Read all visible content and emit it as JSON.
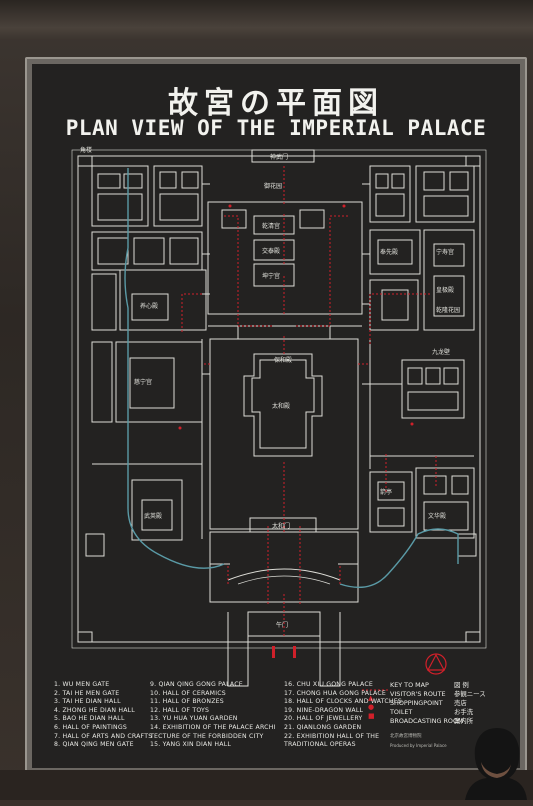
{
  "sign": {
    "title_cn": "故宮の平面図",
    "title_en": "PLAN VIEW OF THE IMPERIAL PALACE"
  },
  "map_labels": {
    "wumen": "午门",
    "taihedian": "太和殿",
    "baohedian": "保和殿",
    "taihemen": "太和门",
    "qianqinggong": "乾清宫",
    "jiaotaidian": "交泰殿",
    "kunninggong": "坤宁宫",
    "yuhuayuan": "御花园",
    "shenwumen": "神武门",
    "jiaolou": "角楼",
    "jiulongbi": "九龙壁",
    "huangjidian": "皇极殿",
    "ningshougong": "宁寿宫",
    "yangxindian": "养心殿",
    "cining": "慈宁宫",
    "wuying": "武英殿",
    "wenhua": "文华殿",
    "qianlong": "乾隆花园",
    "fengxian": "奉先殿",
    "jianting": "箭亭"
  },
  "legend_col1": [
    "1. WU MEN GATE",
    "2. TAI HE MEN GATE",
    "3. TAI HE DIAN HALL",
    "4. ZHONG HE DIAN HALL",
    "5. BAO HE DIAN HALL",
    "6. HALL OF PAINTINGS",
    "7. HALL OF ARTS AND CRAFTS",
    "8. QIAN QING MEN GATE"
  ],
  "legend_col2": [
    "9. QIAN QING GONG PALACE",
    "10. HALL OF CERAMICS",
    "11. HALL OF BRONZES",
    "12. HALL OF TOYS",
    "13. YU HUA YUAN GARDEN",
    "14. EXHIBITION OF THE PALACE ARCHI",
    "      TECTURE OF THE FORBIDDEN CITY",
    "15. YANG XIN DIAN HALL"
  ],
  "legend_col3": [
    "16. CHU XIU GONG PALACE",
    "17. CHONG HUA GONG PALACE",
    "18. HALL OF CLOCKS AND WATCHES",
    "19. NINE-DRAGON WALL",
    "20. HALL OF JEWELLERY",
    "21. QIANLONG GARDEN",
    "22. EXHIBITION HALL OF THE",
    "      TRADITIONAL OPERAS"
  ],
  "key": {
    "heading": "KEY TO MAP",
    "heading_cn": "図 例",
    "items": [
      {
        "label": "VISITOR'S ROUTE",
        "cn": "参観ニース"
      },
      {
        "label": "SHOPPINGPOINT",
        "cn": "売店"
      },
      {
        "label": "TOILET",
        "cn": "お手洗"
      },
      {
        "label": "BROADCASTING ROOM",
        "cn": "案内所"
      }
    ]
  },
  "credit": "北京故宮博物院",
  "credit2": "Produced by Imperial Palace",
  "colors": {
    "board": "#232221",
    "lines": "#dcdcd6",
    "route": "#d0202a",
    "water": "#5a9aa6",
    "frame": "#6b6762"
  }
}
